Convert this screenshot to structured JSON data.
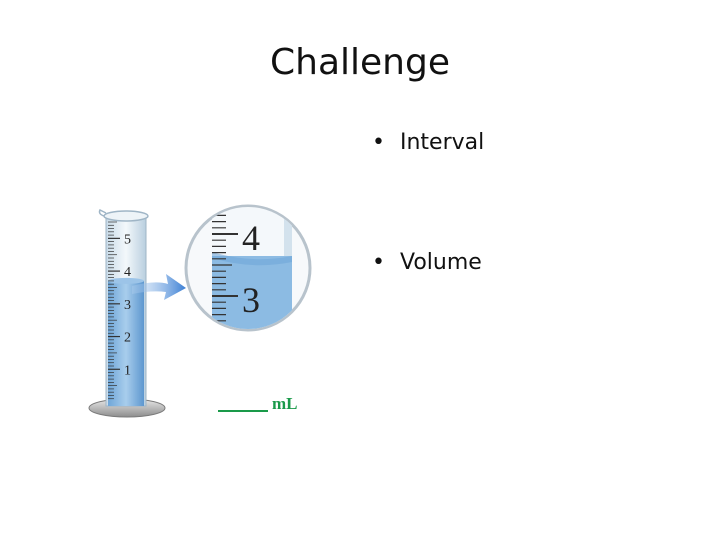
{
  "slide": {
    "title": "Challenge",
    "bullets": [
      {
        "label": "Interval"
      },
      {
        "label": "Volume"
      }
    ],
    "answer_unit": "mL"
  },
  "cylinder": {
    "scale_labels": [
      "5",
      "4",
      "3",
      "2",
      "1"
    ],
    "liquid_level_ml": 3.7,
    "scale_max_ml": 5.5
  },
  "magnifier": {
    "labels": [
      "4",
      "3"
    ]
  },
  "colors": {
    "liquid": "#7fb3e0",
    "liquid_dark": "#5d97cf",
    "glass": "#dbe8f2",
    "arrow": "#3b7fd4",
    "answer_green": "#1a9a4a"
  }
}
